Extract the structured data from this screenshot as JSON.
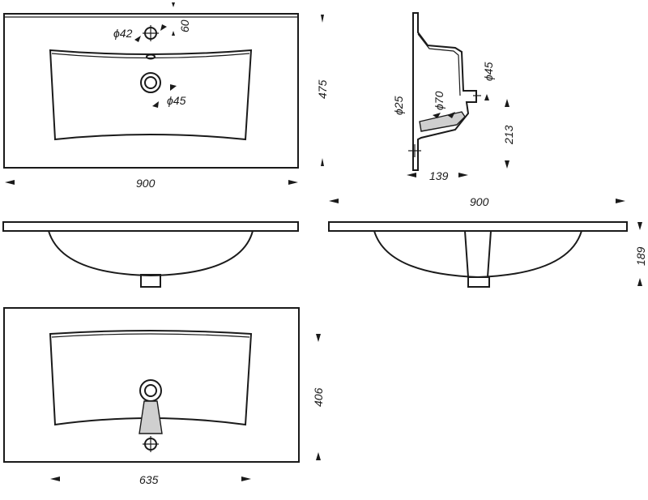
{
  "colors": {
    "ink": "#1a1a1a",
    "paper": "#ffffff",
    "hatch": "#cfcfcf"
  },
  "top_view": {
    "tap_hole_diameter": "ϕ42",
    "tap_hole_offset": "60",
    "drain_diameter": "ϕ45",
    "depth": "475",
    "width": "900"
  },
  "side_section": {
    "overflow_diameter": "ϕ25",
    "drain_outlet_diameter": "ϕ70",
    "waste_diameter": "ϕ45",
    "bowl_height": "213",
    "drain_offset": "139"
  },
  "rear_elevation": {
    "width": "900",
    "height": "189"
  },
  "bowl_plan": {
    "depth": "406",
    "width": "635"
  }
}
